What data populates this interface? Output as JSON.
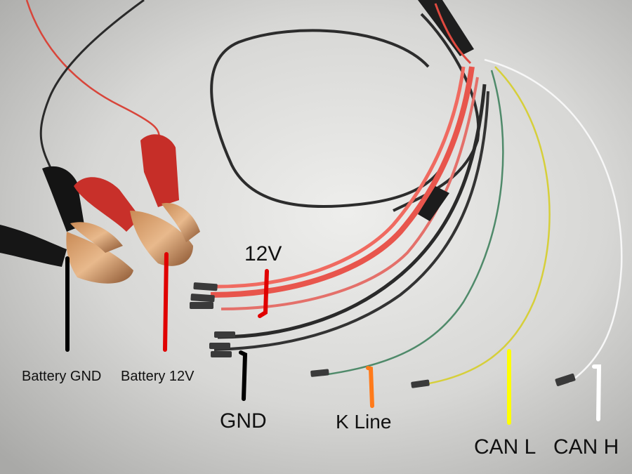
{
  "labels": {
    "battery_gnd": "Battery GND",
    "battery_12v": "Battery 12V",
    "v12": "12V",
    "gnd": "GND",
    "k_line": "K Line",
    "can_l": "CAN L",
    "can_h": "CAN H"
  },
  "colors": {
    "battery_gnd_marker": "#000000",
    "battery_12v_marker": "#e00000",
    "v12_marker": "#e00000",
    "gnd_marker": "#000000",
    "k_line_marker": "#ff7a1a",
    "can_l_marker": "#ffff00",
    "can_h_marker": "#ffffff",
    "label_text": "#111111"
  }
}
